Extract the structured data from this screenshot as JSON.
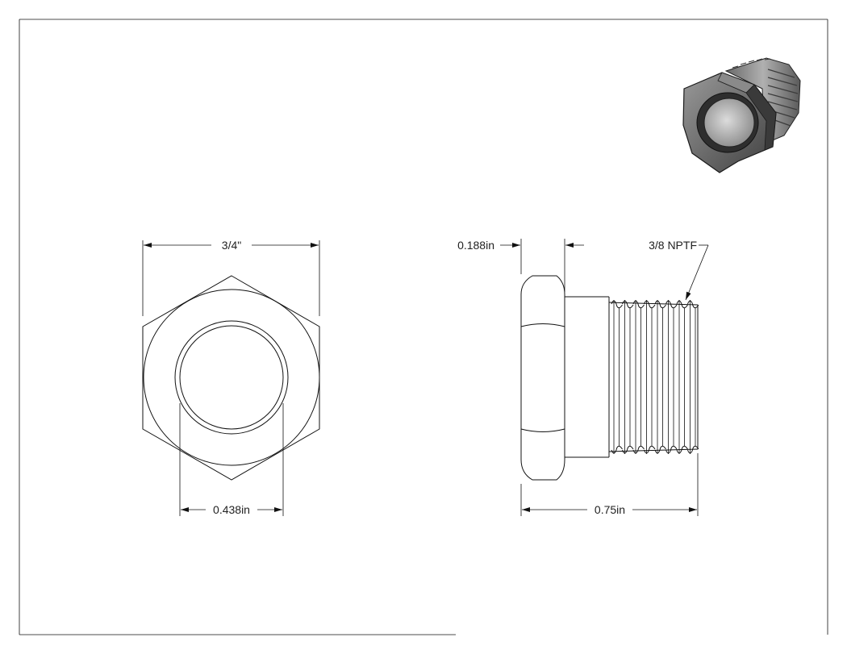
{
  "drawing": {
    "front_view": {
      "across_flats_label": "3/4\"",
      "bore_diameter_label": "0.438in"
    },
    "side_view": {
      "hex_thickness_label": "0.188in",
      "thread_callout": "3/8 NPTF",
      "overall_length_label": "0.75in"
    }
  }
}
